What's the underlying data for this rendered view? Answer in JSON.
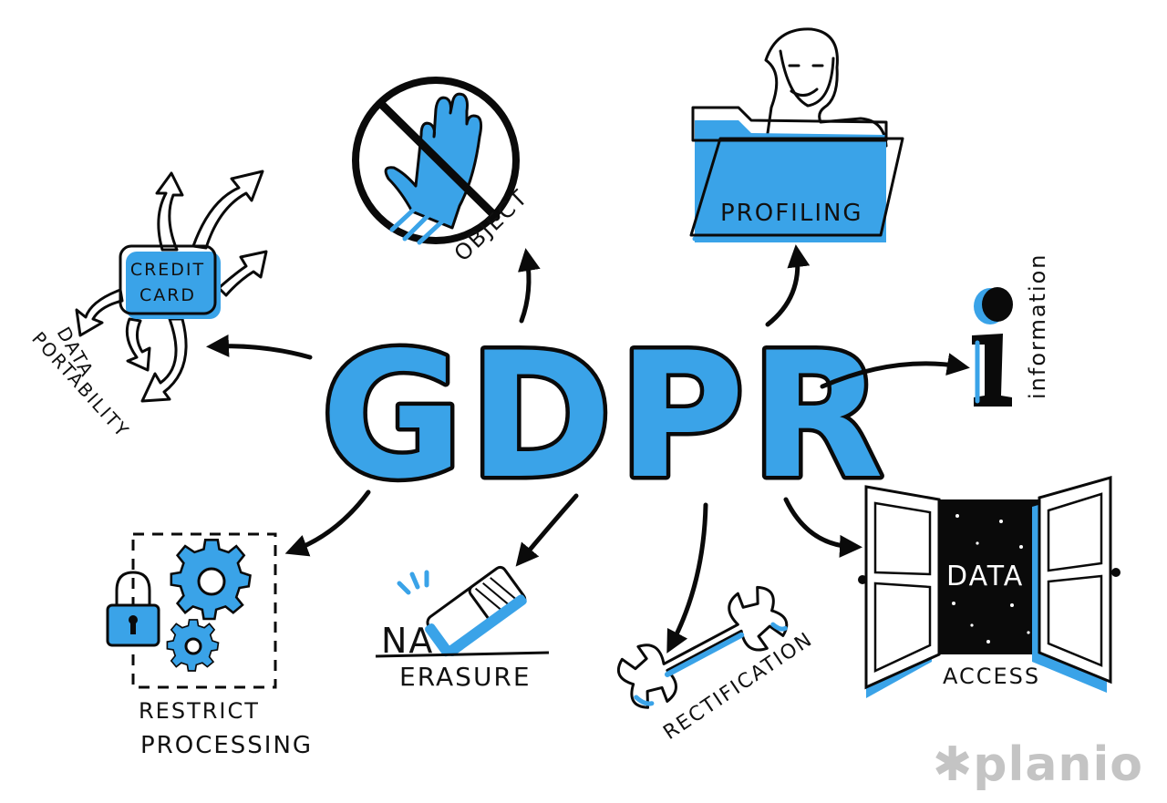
{
  "center_title": "GDPR",
  "nodes": {
    "data_portability": {
      "line1": "DATA",
      "line2": "PORTABILITY"
    },
    "credit_card": {
      "line1": "CREDIT",
      "line2": "CARD"
    },
    "object": "OBJECT",
    "profiling": "PROFILING",
    "information": "information",
    "restrict_processing": {
      "line1": "RESTRICT",
      "line2": "PROCESSING"
    },
    "erasure": {
      "word": "ERASURE",
      "written": "NA"
    },
    "rectification": "RECTIFICATION",
    "access": {
      "door": "DATA",
      "label": "ACCESS"
    }
  },
  "brand": "planio",
  "colors": {
    "accent": "#3aa3e8",
    "ink": "#0a0a0a",
    "watermark": "#c4c4c4"
  }
}
